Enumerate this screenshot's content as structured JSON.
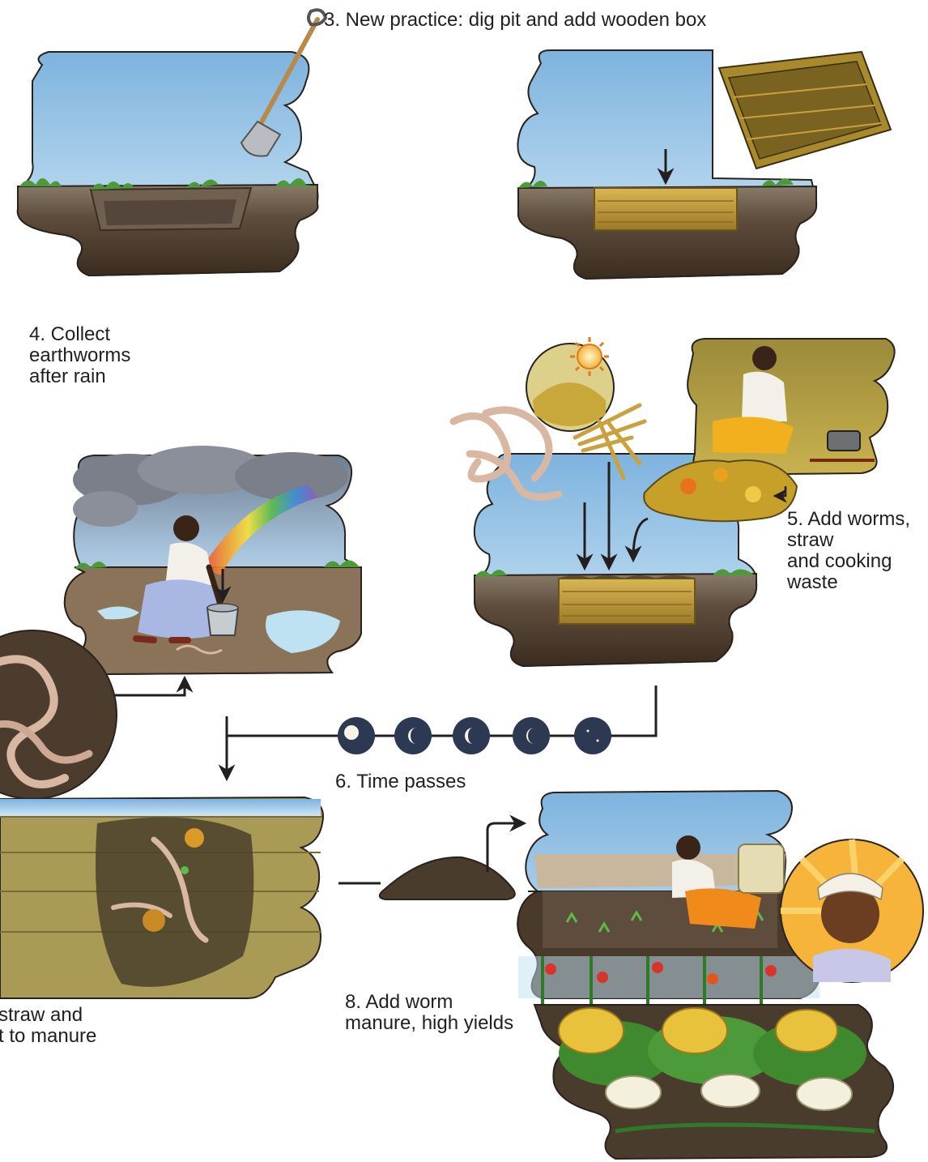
{
  "captions": {
    "step3": "3. New practice: dig pit and add wooden box",
    "step4": "4. Collect\nearthworms\nafter rain",
    "step5": "5. Add worms,\nstraw\nand cooking\nwaste",
    "step6": "6. Time passes",
    "step7": "straw and\nt to manure",
    "step8": "8. Add worm\nmanure, high yields"
  },
  "colors": {
    "sky_top": "#7db3de",
    "sky_bottom": "#cfe6f6",
    "soil": "#4a3a2c",
    "soil_top": "#8a7b69",
    "grass": "#4d9a3a",
    "wood": "#c9a23f",
    "arrow": "#231f20",
    "moon_disc": "#2d3852",
    "moon": "#f6f4e6",
    "worm": "#d8b7a3"
  },
  "icons": [
    "shovel-icon",
    "wooden-box-icon",
    "rain-cloud-icon",
    "rainbow-icon",
    "bucket-icon",
    "sun-icon",
    "straw-icon",
    "cooking-pot-icon",
    "worms-icon",
    "moon-phase-icon",
    "manure-heap-icon",
    "farmer-portrait-icon",
    "pumpkin-icon",
    "cauliflower-icon"
  ]
}
